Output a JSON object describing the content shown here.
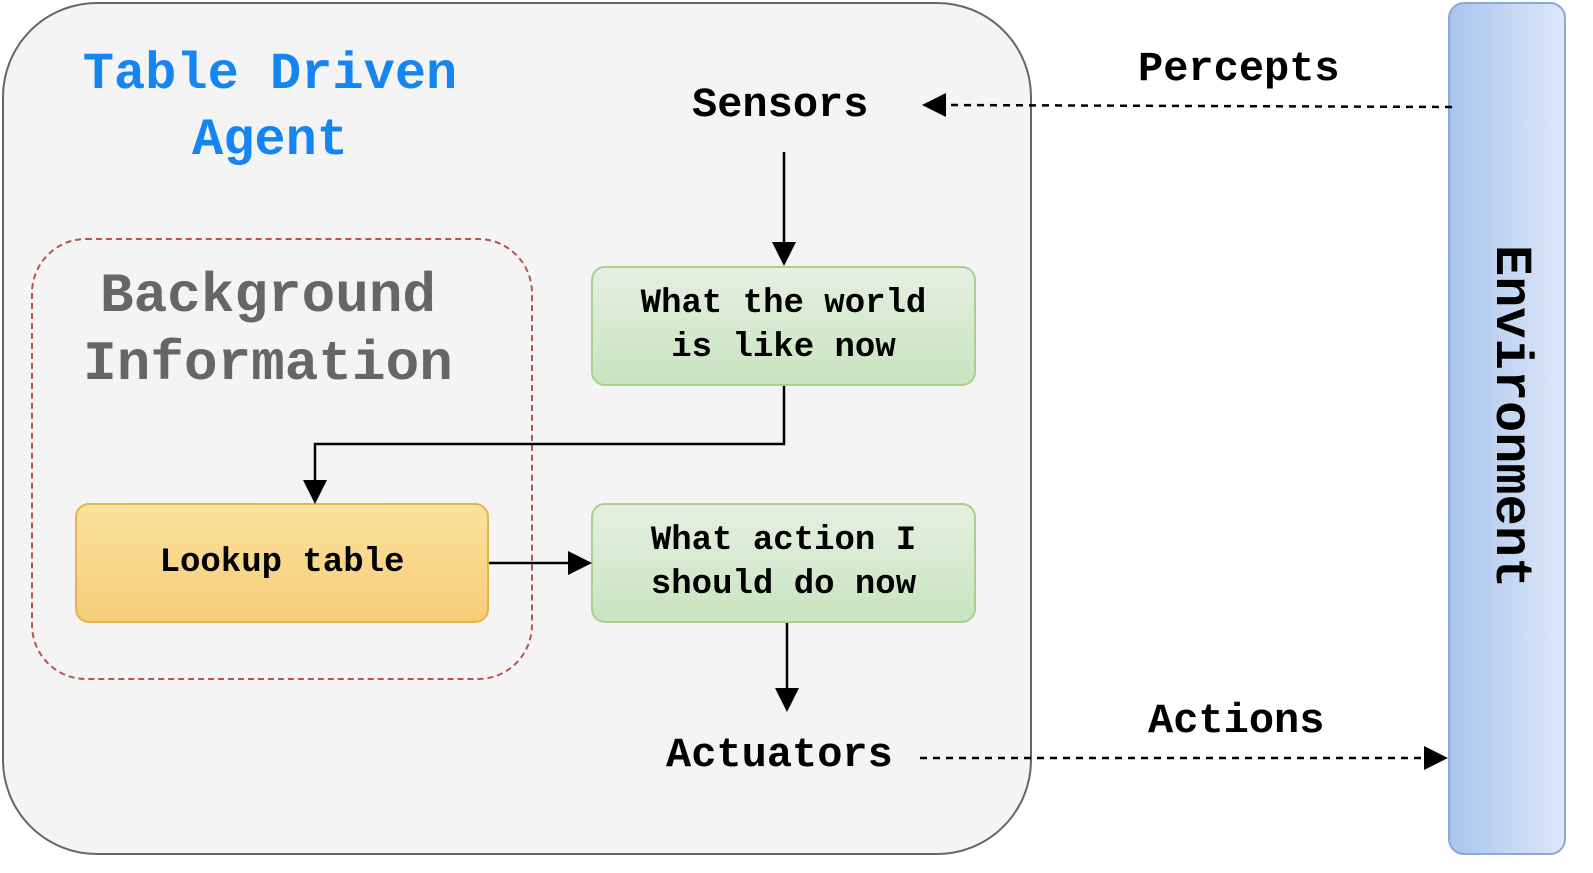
{
  "agent": {
    "title": "Table Driven\nAgent"
  },
  "background_info": {
    "title": "Background\nInformation"
  },
  "nodes": {
    "sensors": "Sensors",
    "world_now": "What the world\nis like now",
    "lookup_table": "Lookup table",
    "action_now": "What action I\nshould do now",
    "actuators": "Actuators"
  },
  "environment": {
    "label": "Environment"
  },
  "edges": {
    "percepts": "Percepts",
    "actions": "Actions"
  },
  "colors": {
    "title_blue": "#1585f2",
    "dashed_border": "#b85450",
    "green_fill": "#d5e8d4",
    "yellow_fill": "#ffd966",
    "environment_fill": "#a9c4ec"
  }
}
